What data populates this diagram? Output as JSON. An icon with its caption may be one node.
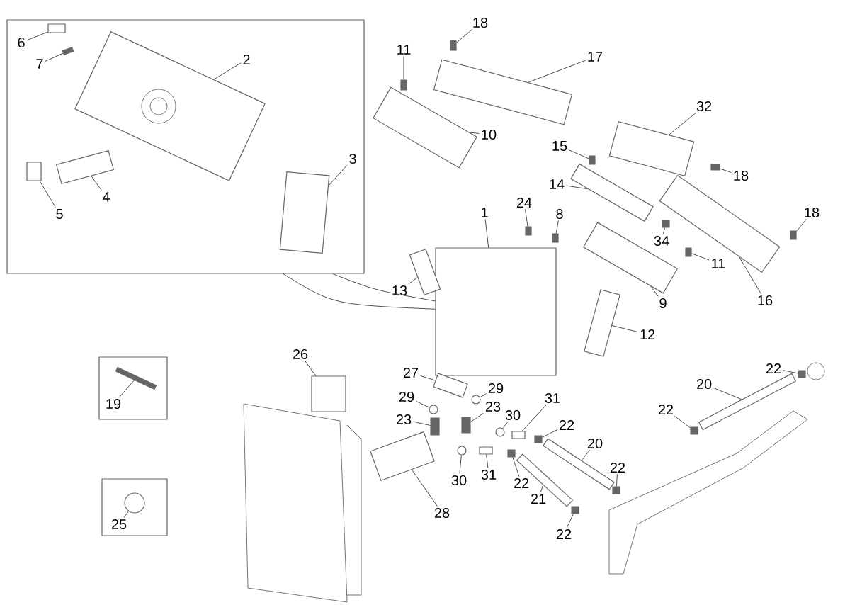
{
  "diagram": {
    "nodes": [
      {
        "text": [],
        "shape": "box"
      },
      {
        "text": [
          "6"
        ],
        "in": 0
      },
      {
        "text": [
          "7"
        ],
        "in": 0
      },
      {
        "text": [
          "18"
        ]
      },
      {
        "text": [
          "11"
        ]
      },
      {
        "text": [
          "17"
        ]
      },
      {
        "text": [
          "2"
        ],
        "in": 0
      },
      {
        "text": [
          "32"
        ]
      },
      {
        "text": [
          "10"
        ]
      },
      {
        "text": [
          "15"
        ]
      },
      {
        "text": [
          "3"
        ],
        "in": 0
      },
      {
        "text": [
          "18"
        ]
      },
      {
        "text": [
          "14"
        ]
      },
      {
        "text": [
          "4"
        ],
        "in": 0
      },
      {
        "text": [
          "24"
        ]
      },
      {
        "text": [
          "1"
        ]
      },
      {
        "text": [
          "5"
        ],
        "in": 0
      },
      {
        "text": [
          "8"
        ]
      },
      {
        "text": [
          "18"
        ]
      },
      {
        "text": [
          "34"
        ]
      },
      {
        "text": [
          "11"
        ]
      },
      {
        "text": [
          "13"
        ]
      },
      {
        "text": [
          "9"
        ]
      },
      {
        "text": [
          "16"
        ]
      },
      {
        "text": [
          "12"
        ]
      },
      {
        "text": [
          "26"
        ]
      },
      {
        "text": [],
        "shape": "box"
      },
      {
        "text": [
          "22"
        ]
      },
      {
        "text": [
          "27"
        ]
      },
      {
        "text": [
          "20"
        ]
      },
      {
        "text": [
          "29"
        ]
      },
      {
        "text": [
          "29"
        ]
      },
      {
        "text": [
          "31"
        ]
      },
      {
        "text": [
          "19"
        ],
        "in": 26
      },
      {
        "text": [
          "23"
        ]
      },
      {
        "text": [
          "22"
        ]
      },
      {
        "text": [
          "30"
        ]
      },
      {
        "text": [
          "23"
        ]
      },
      {
        "text": [
          "22"
        ]
      },
      {
        "text": [
          "20"
        ]
      },
      {
        "text": [
          "22"
        ]
      },
      {
        "text": [
          "31"
        ]
      },
      {
        "text": [
          "30"
        ]
      },
      {
        "text": [
          "22"
        ]
      },
      {
        "text": [],
        "shape": "box"
      },
      {
        "text": [
          "21"
        ]
      },
      {
        "text": [
          "28"
        ]
      },
      {
        "text": [
          "25"
        ],
        "in": 44
      },
      {
        "text": [
          "22"
        ]
      },
      {
        "text": [],
        "shape": "circle"
      },
      {
        "text": [],
        "shape": "circle"
      },
      {
        "text": [],
        "shape": "box"
      },
      {
        "text": [],
        "shape": "box"
      },
      {
        "text": [],
        "shape": "circle"
      },
      {
        "text": [],
        "shape": "box"
      },
      {
        "text": [],
        "shape": "box"
      },
      {
        "text": [],
        "shape": "bar"
      },
      {
        "text": [],
        "shape": "box"
      },
      {
        "text": [],
        "shape": "circle"
      },
      {
        "text": [],
        "shape": "box"
      },
      {
        "text": [],
        "shape": "box"
      },
      {
        "text": [],
        "shape": "bar"
      },
      {
        "text": [],
        "shape": "box"
      },
      {
        "text": [],
        "shape": "box"
      },
      {
        "text": [],
        "shape": "bar"
      },
      {
        "text": [],
        "shape": "box"
      },
      {
        "text": [],
        "shape": "box",
        "in": 0
      },
      {
        "text": [],
        "shape": "box",
        "in": 0
      },
      {
        "text": [],
        "shape": "box",
        "in": 0
      },
      {
        "text": [],
        "shape": "box",
        "in": 0
      },
      {
        "text": [],
        "shape": "box",
        "in": 0
      },
      {
        "text": [],
        "shape": "box",
        "in": 0
      },
      {
        "text": [],
        "shape": "box"
      },
      {
        "text": [],
        "shape": "box"
      },
      {
        "text": [],
        "shape": "bar"
      },
      {
        "text": [],
        "shape": "bar"
      },
      {
        "text": [],
        "shape": "box"
      },
      {
        "text": [],
        "shape": "box"
      },
      {
        "text": [],
        "shape": "box"
      },
      {
        "text": [],
        "shape": "bar"
      },
      {
        "text": [],
        "shape": "box"
      },
      {
        "text": [],
        "shape": "box"
      },
      {
        "text": [],
        "shape": "box"
      },
      {
        "text": [],
        "shape": "box"
      },
      {
        "text": [],
        "shape": "box"
      },
      {
        "text": [],
        "shape": "box"
      },
      {
        "text": [],
        "shape": "bar"
      },
      {
        "text": [],
        "shape": "bar"
      },
      {
        "text": [],
        "shape": "bar"
      },
      {
        "text": [],
        "shape": "bar"
      },
      {
        "text": [],
        "shape": "box"
      },
      {
        "text": [],
        "shape": "box"
      },
      {
        "text": [],
        "shape": "box"
      },
      {
        "text": [],
        "shape": "bar",
        "in": 26
      },
      {
        "text": [],
        "shape": "circle",
        "in": 44
      }
    ],
    "edges": [
      {
        "from": 1,
        "to": 66,
        "arrow": "none"
      },
      {
        "from": 2,
        "to": 67,
        "arrow": "none"
      },
      {
        "from": 3,
        "to": 72,
        "arrow": "none"
      },
      {
        "from": 4,
        "to": 73,
        "arrow": "none"
      },
      {
        "from": 5,
        "to": 74,
        "arrow": "none"
      },
      {
        "from": 6,
        "to": 68,
        "arrow": "none"
      },
      {
        "from": 7,
        "to": 76,
        "arrow": "none"
      },
      {
        "from": 8,
        "to": 75,
        "arrow": "none"
      },
      {
        "from": 9,
        "to": 77,
        "arrow": "none"
      },
      {
        "from": 10,
        "to": 69,
        "arrow": "none"
      },
      {
        "from": 11,
        "to": 78,
        "arrow": "none"
      },
      {
        "from": 12,
        "to": 79,
        "arrow": "none"
      },
      {
        "from": 13,
        "to": 70,
        "arrow": "none"
      },
      {
        "from": 14,
        "to": 80,
        "arrow": "none"
      },
      {
        "from": 15,
        "to": 81,
        "arrow": "none"
      },
      {
        "from": 16,
        "to": 71,
        "arrow": "none"
      },
      {
        "from": 17,
        "to": 82,
        "arrow": "none"
      },
      {
        "from": 18,
        "to": 83,
        "arrow": "none"
      },
      {
        "from": 19,
        "to": 84,
        "arrow": "none"
      },
      {
        "from": 20,
        "to": 85,
        "arrow": "none"
      },
      {
        "from": 21,
        "to": 88,
        "arrow": "none"
      },
      {
        "from": 22,
        "to": 86,
        "arrow": "none"
      },
      {
        "from": 23,
        "to": 87,
        "arrow": "none"
      },
      {
        "from": 24,
        "to": 89,
        "arrow": "none"
      },
      {
        "from": 25,
        "to": 90,
        "arrow": "none"
      },
      {
        "from": 27,
        "to": 65,
        "arrow": "none"
      },
      {
        "from": 28,
        "to": 91,
        "arrow": "none"
      },
      {
        "from": 29,
        "to": 64,
        "arrow": "none"
      },
      {
        "from": 30,
        "to": 50,
        "arrow": "none"
      },
      {
        "from": 31,
        "to": 49,
        "arrow": "none"
      },
      {
        "from": 32,
        "to": 54,
        "arrow": "none"
      },
      {
        "from": 33,
        "to": 93,
        "arrow": "none"
      },
      {
        "from": 34,
        "to": 52,
        "arrow": "none"
      },
      {
        "from": 35,
        "to": 63,
        "arrow": "none"
      },
      {
        "from": 36,
        "to": 53,
        "arrow": "none"
      },
      {
        "from": 37,
        "to": 51,
        "arrow": "none"
      },
      {
        "from": 38,
        "to": 55,
        "arrow": "none"
      },
      {
        "from": 39,
        "to": 56,
        "arrow": "none"
      },
      {
        "from": 40,
        "to": 57,
        "arrow": "none"
      },
      {
        "from": 41,
        "to": 59,
        "arrow": "none"
      },
      {
        "from": 42,
        "to": 58,
        "arrow": "none"
      },
      {
        "from": 43,
        "to": 60,
        "arrow": "none"
      },
      {
        "from": 45,
        "to": 61,
        "arrow": "none"
      },
      {
        "from": 46,
        "to": 92,
        "arrow": "none"
      },
      {
        "from": 47,
        "to": 94,
        "arrow": "none"
      },
      {
        "from": 48,
        "to": 62,
        "arrow": "none"
      },
      {
        "from": 0,
        "to": 81,
        "arrow": "none"
      },
      {
        "from": 0,
        "to": 81,
        "arrow": "none"
      }
    ]
  }
}
